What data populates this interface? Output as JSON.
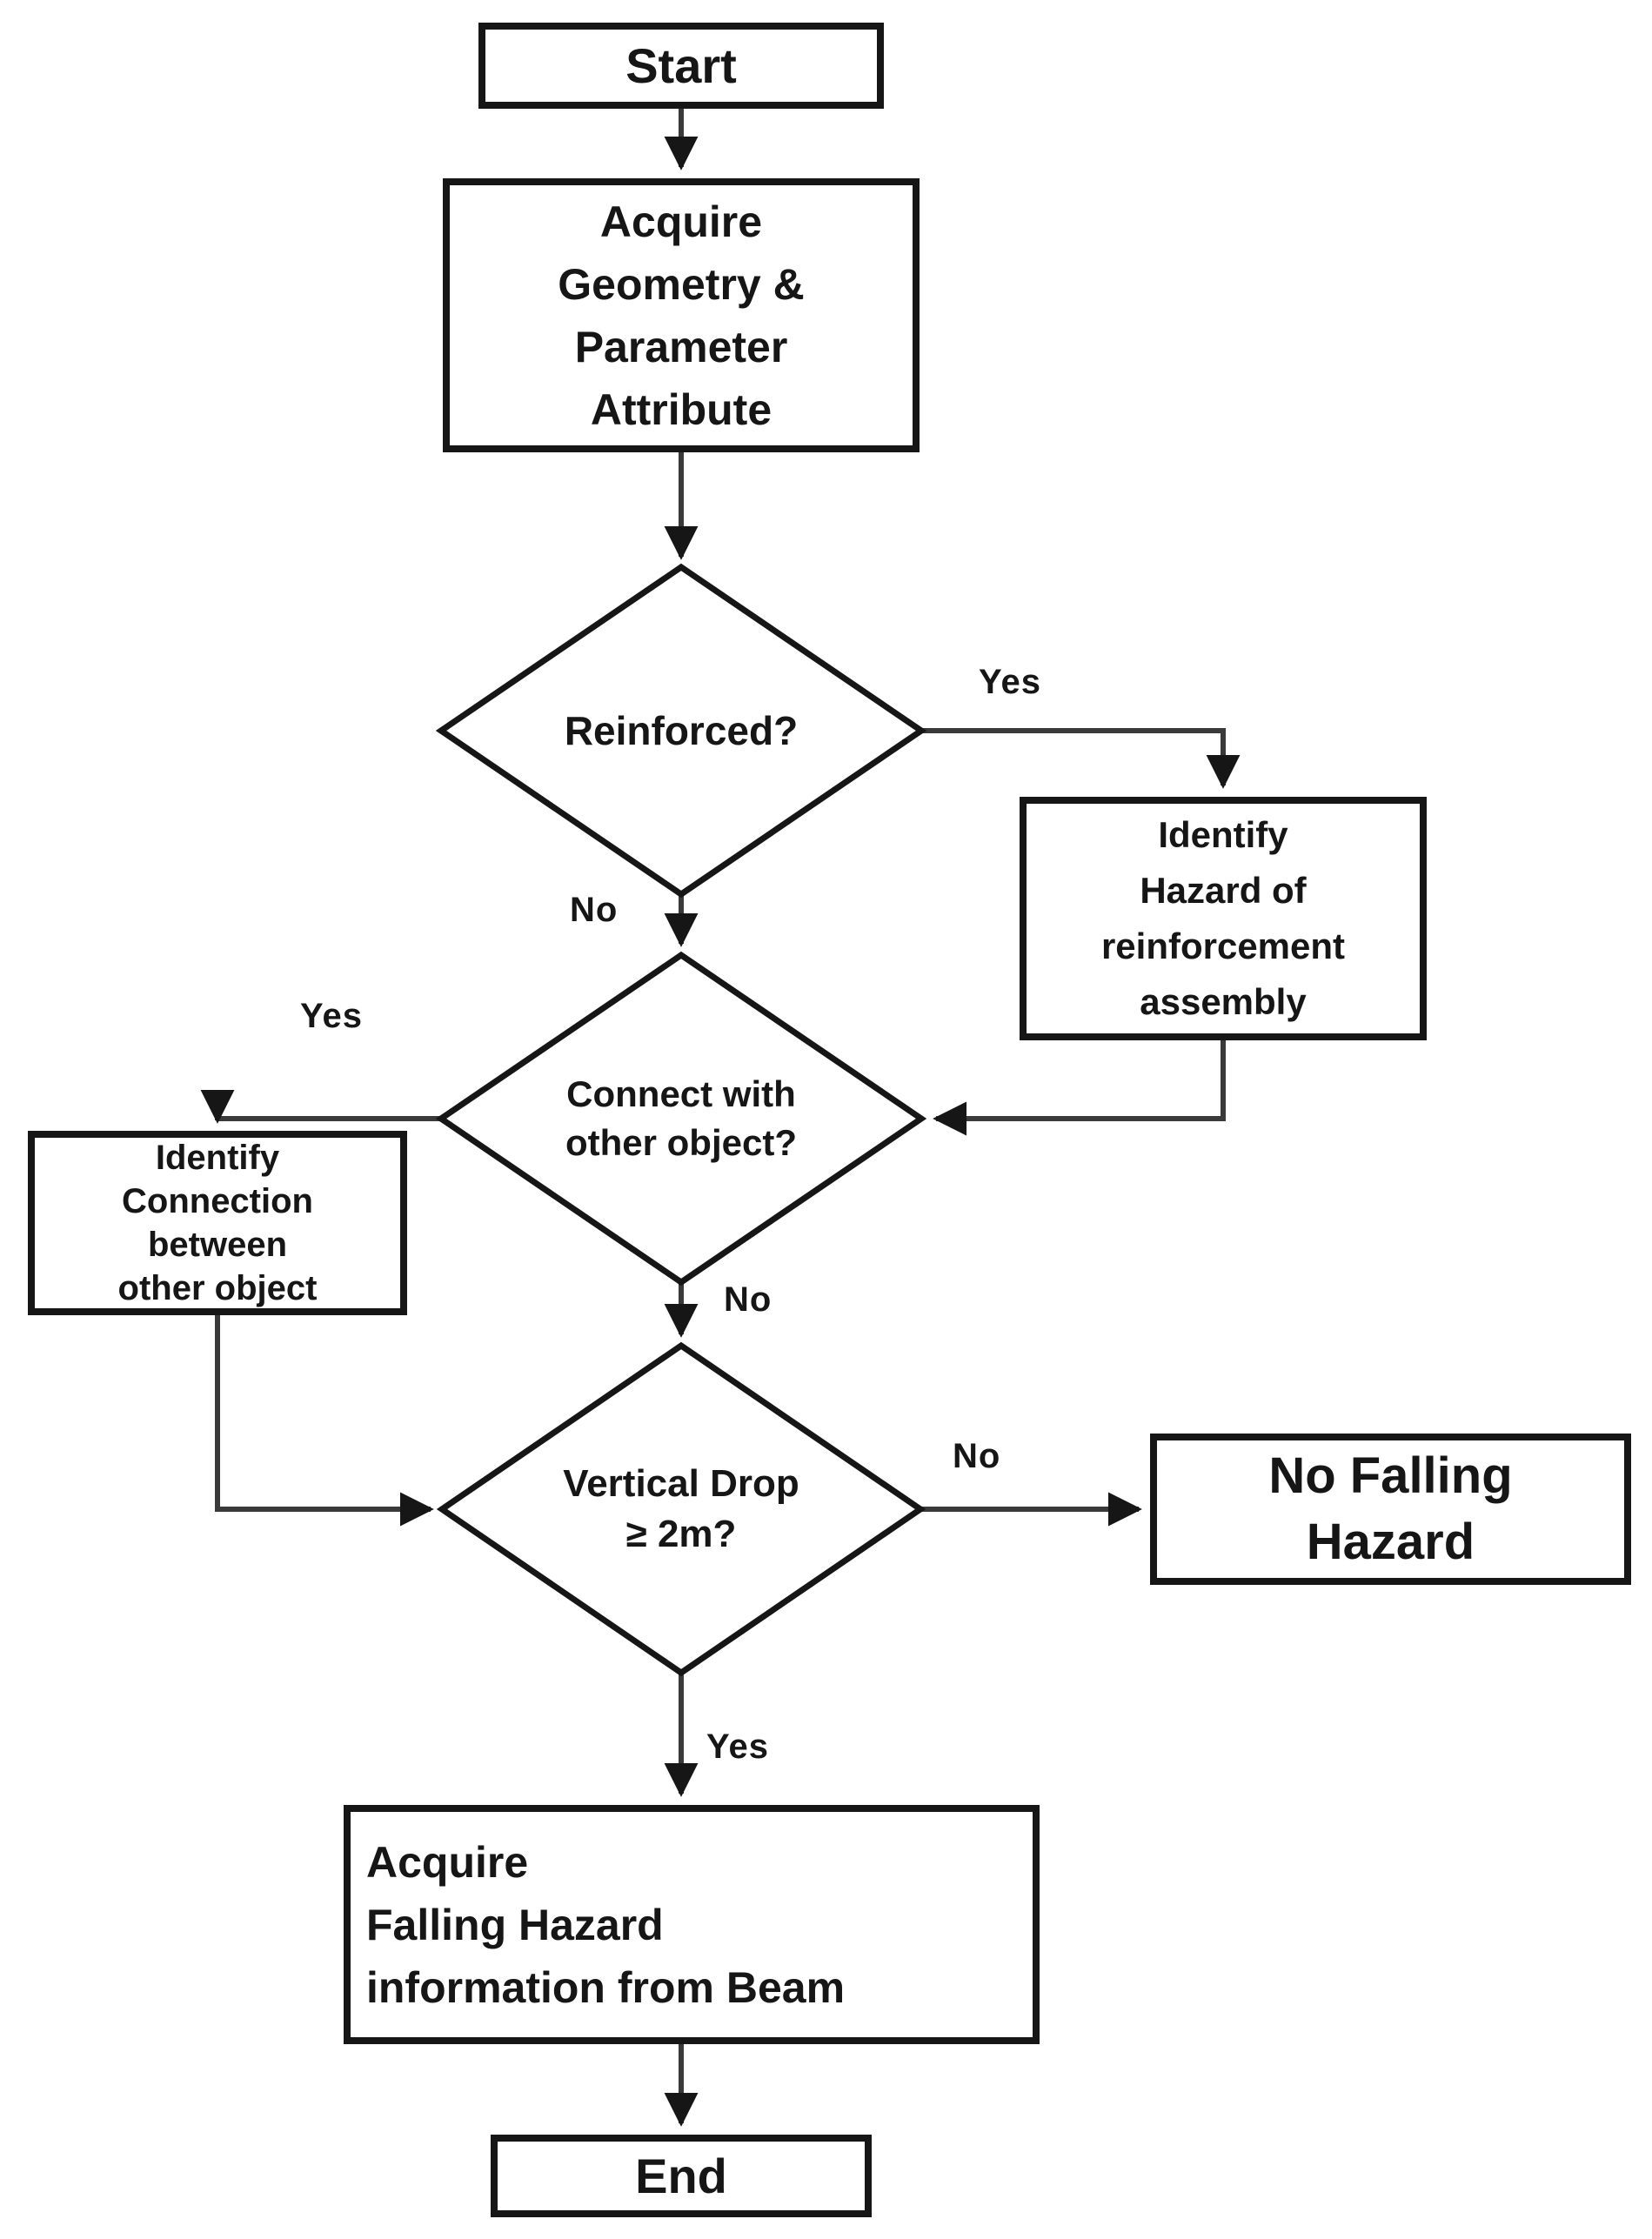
{
  "colors": {
    "ink": "#161616",
    "connector": "#3a3a3a",
    "background": "#ffffff"
  },
  "diagram_type": "flowchart",
  "nodes": {
    "start": {
      "label": "Start"
    },
    "acquire_attributes": {
      "lines": [
        "Acquire",
        "Geometry &",
        "Parameter",
        "Attribute"
      ]
    },
    "reinforced": {
      "label": "Reinforced?"
    },
    "identify_hazard": {
      "lines": [
        "Identify",
        "Hazard of",
        "reinforcement",
        "assembly"
      ]
    },
    "connect_other": {
      "lines": [
        "Connect with",
        "other object?"
      ]
    },
    "identify_connection": {
      "lines": [
        "Identify",
        "Connection",
        "between",
        "other object"
      ]
    },
    "vertical_drop": {
      "lines": [
        "Vertical Drop",
        "≥ 2m?"
      ]
    },
    "no_falling_hazard": {
      "lines": [
        "No Falling",
        "Hazard"
      ]
    },
    "acquire_falling_hazard": {
      "lines": [
        "Acquire",
        "Falling Hazard",
        "information from Beam"
      ]
    },
    "end": {
      "label": "End"
    }
  },
  "edges": {
    "reinforced_yes": {
      "label": "Yes"
    },
    "reinforced_no": {
      "label": "No"
    },
    "connect_yes": {
      "label": "Yes"
    },
    "connect_no": {
      "label": "No"
    },
    "vertical_drop_no": {
      "label": "No"
    },
    "vertical_drop_yes": {
      "label": "Yes"
    }
  }
}
